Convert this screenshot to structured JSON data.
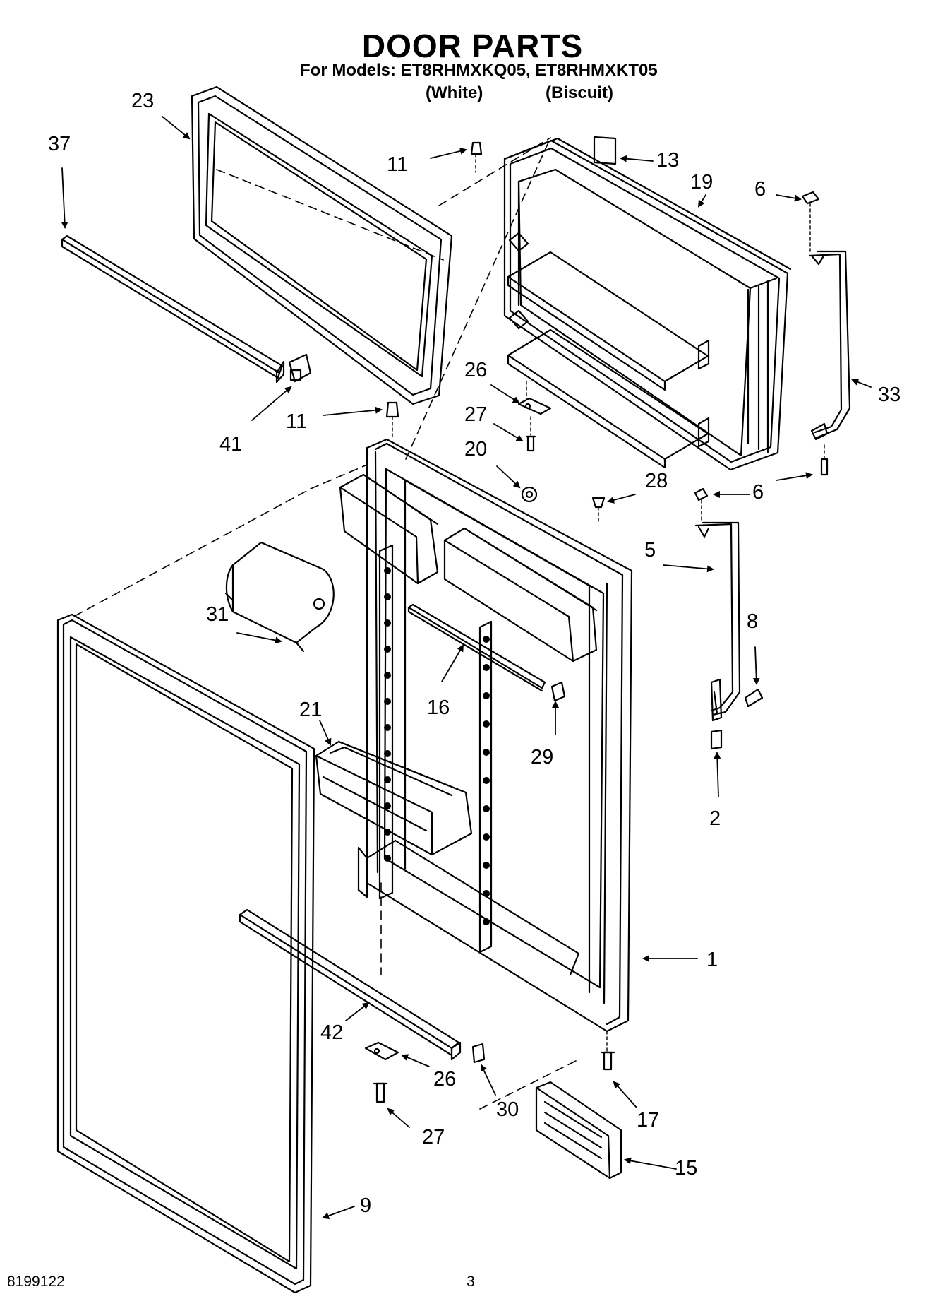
{
  "header": {
    "title": "DOOR PARTS",
    "models_line": "For Models: ET8RHMXKQ05, ET8RHMXKT05",
    "variant_white": "(White)",
    "variant_biscuit": "(Biscuit)"
  },
  "callouts": {
    "p1": "1",
    "p2": "2",
    "p5": "5",
    "p6a": "6",
    "p6b": "6",
    "p8": "8",
    "p9": "9",
    "p11a": "11",
    "p11b": "11",
    "p13": "13",
    "p15": "15",
    "p16": "16",
    "p17": "17",
    "p19": "19",
    "p20": "20",
    "p21": "21",
    "p23": "23",
    "p26a": "26",
    "p26b": "26",
    "p27a": "27",
    "p27b": "27",
    "p28": "28",
    "p29": "29",
    "p30": "30",
    "p31": "31",
    "p33": "33",
    "p37": "37",
    "p41": "41",
    "p42": "42"
  },
  "footer": {
    "doc_number": "8199122",
    "page_number": "3"
  }
}
